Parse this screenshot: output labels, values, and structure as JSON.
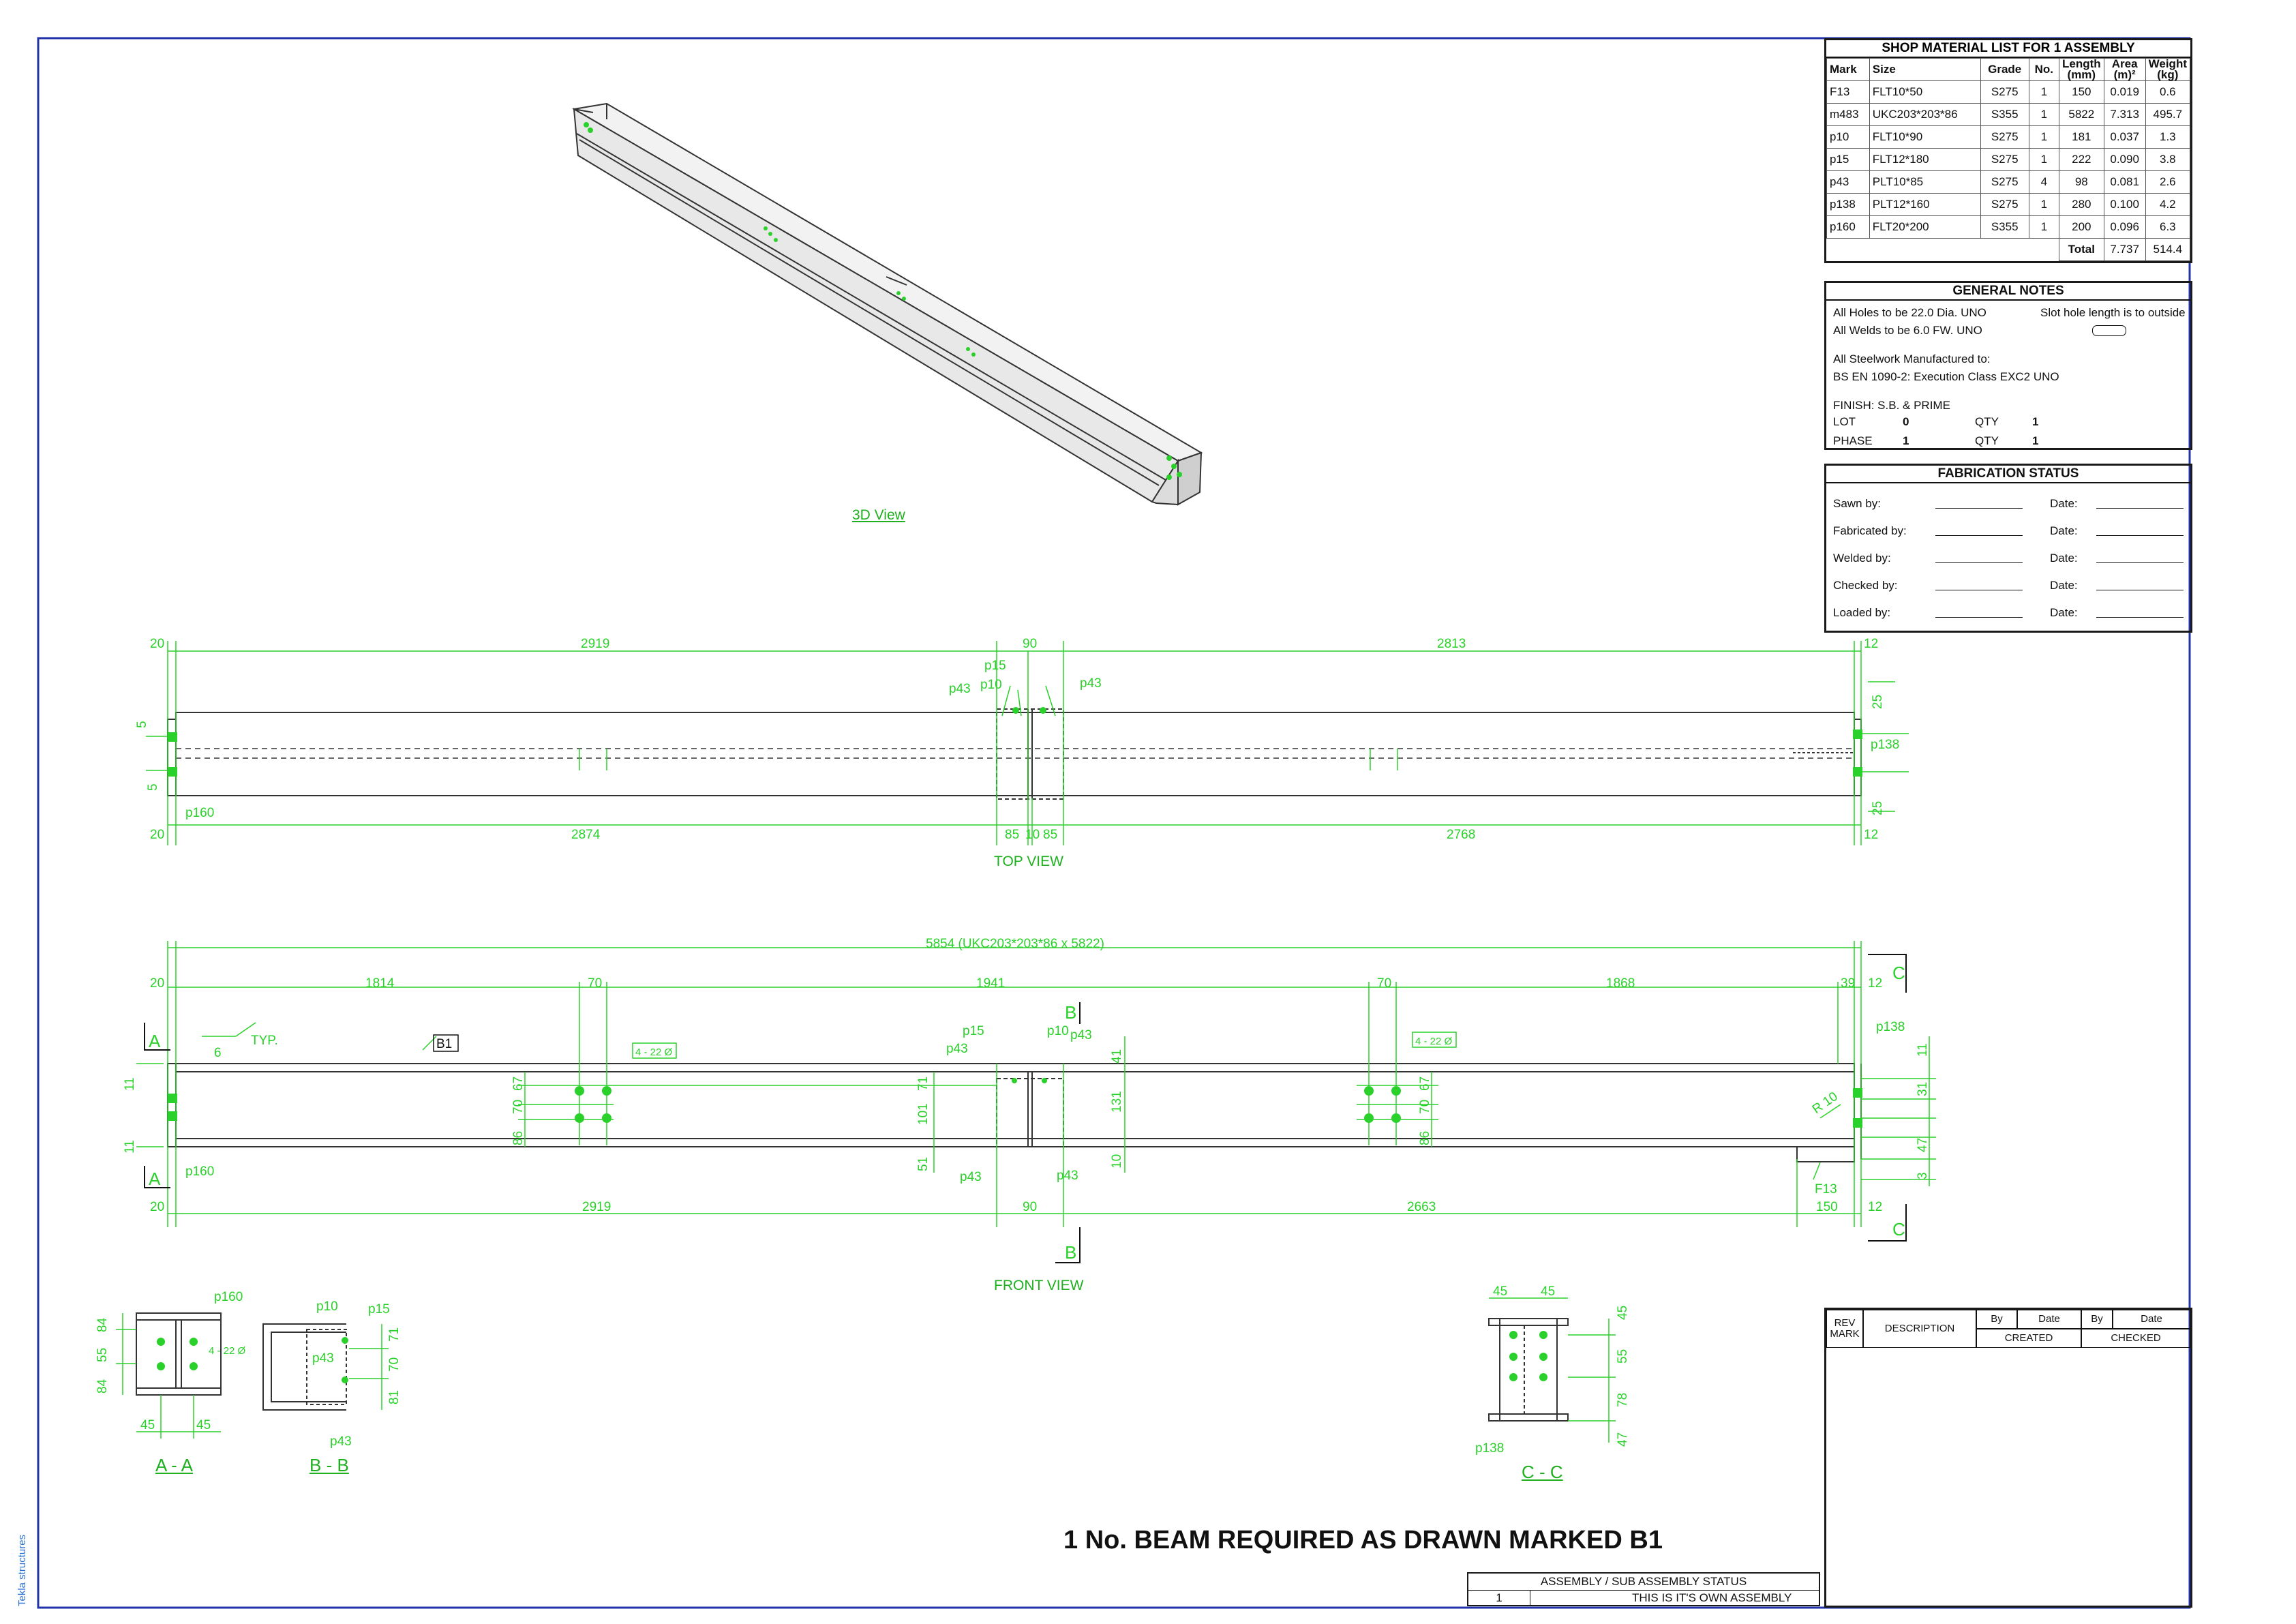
{
  "material_list": {
    "title": "SHOP MATERIAL LIST FOR 1 ASSEMBLY",
    "headers": {
      "mark": "Mark",
      "size": "Size",
      "grade": "Grade",
      "no": "No.",
      "length": "Length (mm)",
      "area": "Area (m)²",
      "weight": "Weight (kg)"
    },
    "rows": [
      {
        "mark": "F13",
        "size": "FLT10*50",
        "grade": "S275",
        "no": "1",
        "length": "150",
        "area": "0.019",
        "weight": "0.6"
      },
      {
        "mark": "m483",
        "size": "UKC203*203*86",
        "grade": "S355",
        "no": "1",
        "length": "5822",
        "area": "7.313",
        "weight": "495.7"
      },
      {
        "mark": "p10",
        "size": "FLT10*90",
        "grade": "S275",
        "no": "1",
        "length": "181",
        "area": "0.037",
        "weight": "1.3"
      },
      {
        "mark": "p15",
        "size": "FLT12*180",
        "grade": "S275",
        "no": "1",
        "length": "222",
        "area": "0.090",
        "weight": "3.8"
      },
      {
        "mark": "p43",
        "size": "PLT10*85",
        "grade": "S275",
        "no": "4",
        "length": "98",
        "area": "0.081",
        "weight": "2.6"
      },
      {
        "mark": "p138",
        "size": "PLT12*160",
        "grade": "S275",
        "no": "1",
        "length": "280",
        "area": "0.100",
        "weight": "4.2"
      },
      {
        "mark": "p160",
        "size": "FLT20*200",
        "grade": "S355",
        "no": "1",
        "length": "200",
        "area": "0.096",
        "weight": "6.3"
      }
    ],
    "total_label": "Total",
    "total_area": "7.737",
    "total_weight": "514.4"
  },
  "general_notes": {
    "title": "GENERAL NOTES",
    "holes": "All Holes to be 22.0 Dia. UNO",
    "slot": "Slot hole length is to outside",
    "welds": "All Welds to be 6.0 FW. UNO",
    "manufactured": "All Steelwork Manufactured to:",
    "standard": "BS EN 1090-2: Execution Class EXC2 UNO",
    "finish": "FINISH:  S.B. & PRIME",
    "lot_label": "LOT",
    "lot_value": "0",
    "phase_label": "PHASE",
    "phase_value": "1",
    "qty_label": "QTY",
    "qty_value": "1",
    "qty2_label": "QTY",
    "qty2_value": "1"
  },
  "fabrication_status": {
    "title": "FABRICATION STATUS",
    "date_label": "Date:",
    "rows": [
      "Sawn by:",
      "Fabricated by:",
      "Welded by:",
      "Checked by:",
      "Loaded by:"
    ]
  },
  "revision_block": {
    "rev_mark": "REV MARK",
    "description": "DESCRIPTION",
    "by": "By",
    "date": "Date",
    "created": "CREATED",
    "checked": "CHECKED"
  },
  "assembly_status": {
    "title": "ASSEMBLY / SUB ASSEMBLY STATUS",
    "number": "1",
    "text": "THIS IS IT'S OWN ASSEMBLY"
  },
  "main_title": "1 No. BEAM REQUIRED AS DRAWN MARKED B1",
  "software": "Tekla structures",
  "views": {
    "view3d": "3D View",
    "top": "TOP VIEW",
    "front": "FRONT VIEW",
    "aa": "A - A",
    "bb": "B  -  B",
    "cc": "C  -  C"
  },
  "top_view": {
    "dims_top": [
      "20",
      "2919",
      "90",
      "2813",
      "12"
    ],
    "dims_bottom": [
      "20",
      "2874",
      "85",
      "10",
      "85",
      "2768",
      "12"
    ],
    "side_dims": [
      "5",
      "5",
      "25",
      "25"
    ],
    "labels": [
      "p15",
      "p10",
      "p43",
      "p43",
      "p138",
      "p160"
    ]
  },
  "front_view": {
    "overall": "5854 (UKC203*203*86 x 5822)",
    "dims_top": [
      "20",
      "1814",
      "70",
      "1941",
      "70",
      "1868",
      "39",
      "12"
    ],
    "dims_bottom": [
      "20",
      "2919",
      "90",
      "2663",
      "150",
      "12"
    ],
    "vert_left": [
      "11",
      "11"
    ],
    "vert_bolt_left": [
      "67",
      "70",
      "86"
    ],
    "vert_center_left": [
      "71",
      "101",
      "51"
    ],
    "vert_center_right": [
      "41",
      "131",
      "10"
    ],
    "vert_bolt_right": [
      "67",
      "70",
      "86"
    ],
    "vert_end": [
      "11",
      "31",
      "47",
      "3"
    ],
    "labels": [
      "B1",
      "p15",
      "p10",
      "p43",
      "p43",
      "p43",
      "p43",
      "p138",
      "p160",
      "F13",
      "TYP.",
      "6",
      "R 10"
    ],
    "bolt_notes": [
      "4 - 22 Ø",
      "4 - 22 Ø"
    ],
    "section_letters": [
      "A",
      "A",
      "B",
      "B",
      "C",
      "C"
    ]
  },
  "section_aa": {
    "dims": [
      "84",
      "55",
      "84",
      "45",
      "45"
    ],
    "labels": [
      "p160"
    ],
    "note": "4 - 22 Ø"
  },
  "section_bb": {
    "dims": [
      "71",
      "70",
      "81"
    ],
    "labels": [
      "p10",
      "p15",
      "p43",
      "p43"
    ]
  },
  "section_cc": {
    "dims": [
      "45",
      "45",
      "45",
      "55",
      "78",
      "47"
    ],
    "labels": [
      "p138"
    ]
  }
}
